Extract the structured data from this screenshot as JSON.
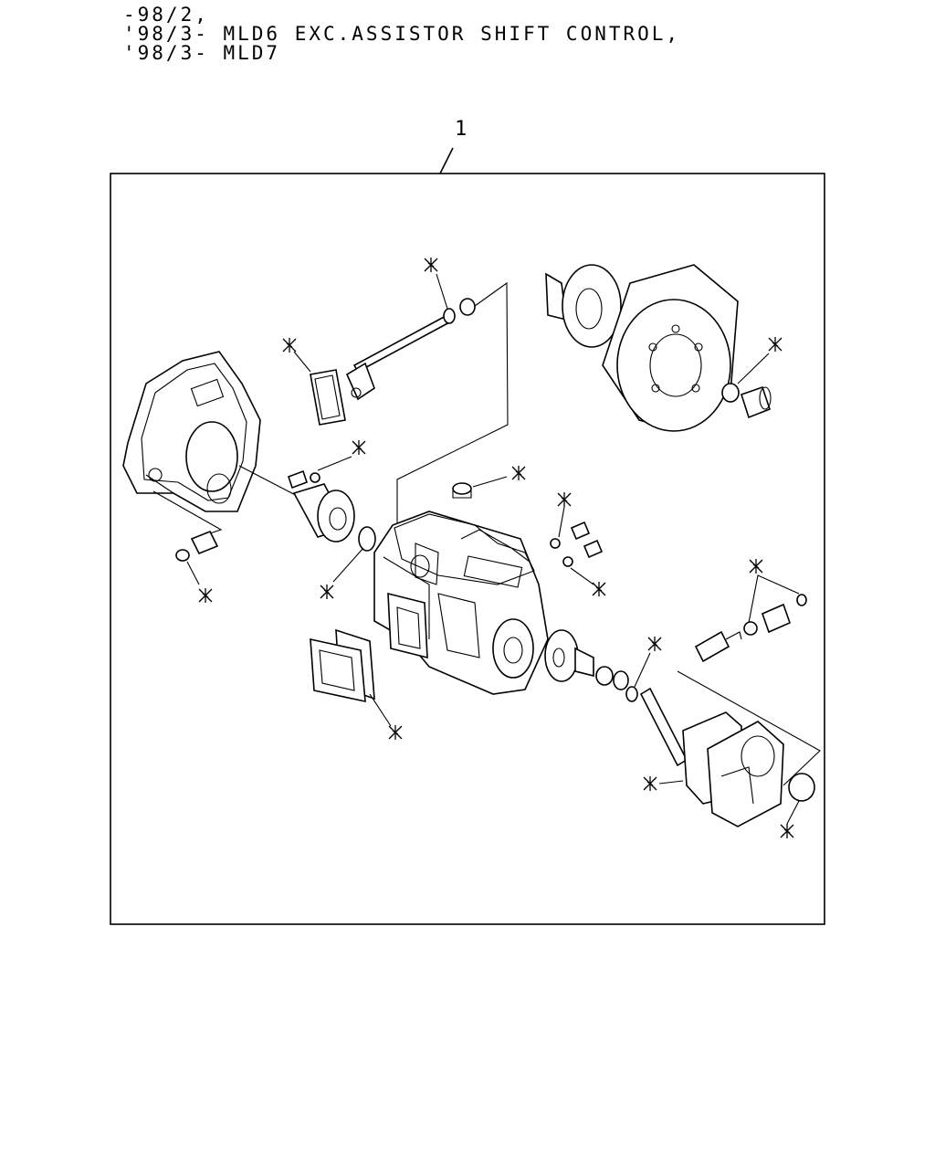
{
  "header": {
    "lines": [
      "-98/2,",
      "'98/3- MLD6 EXC.ASSISTOR SHIFT CONTROL,",
      "'98/3- MLD7"
    ]
  },
  "diagram": {
    "callout_number": "1",
    "marker_glyph": "asterisk-marker"
  }
}
